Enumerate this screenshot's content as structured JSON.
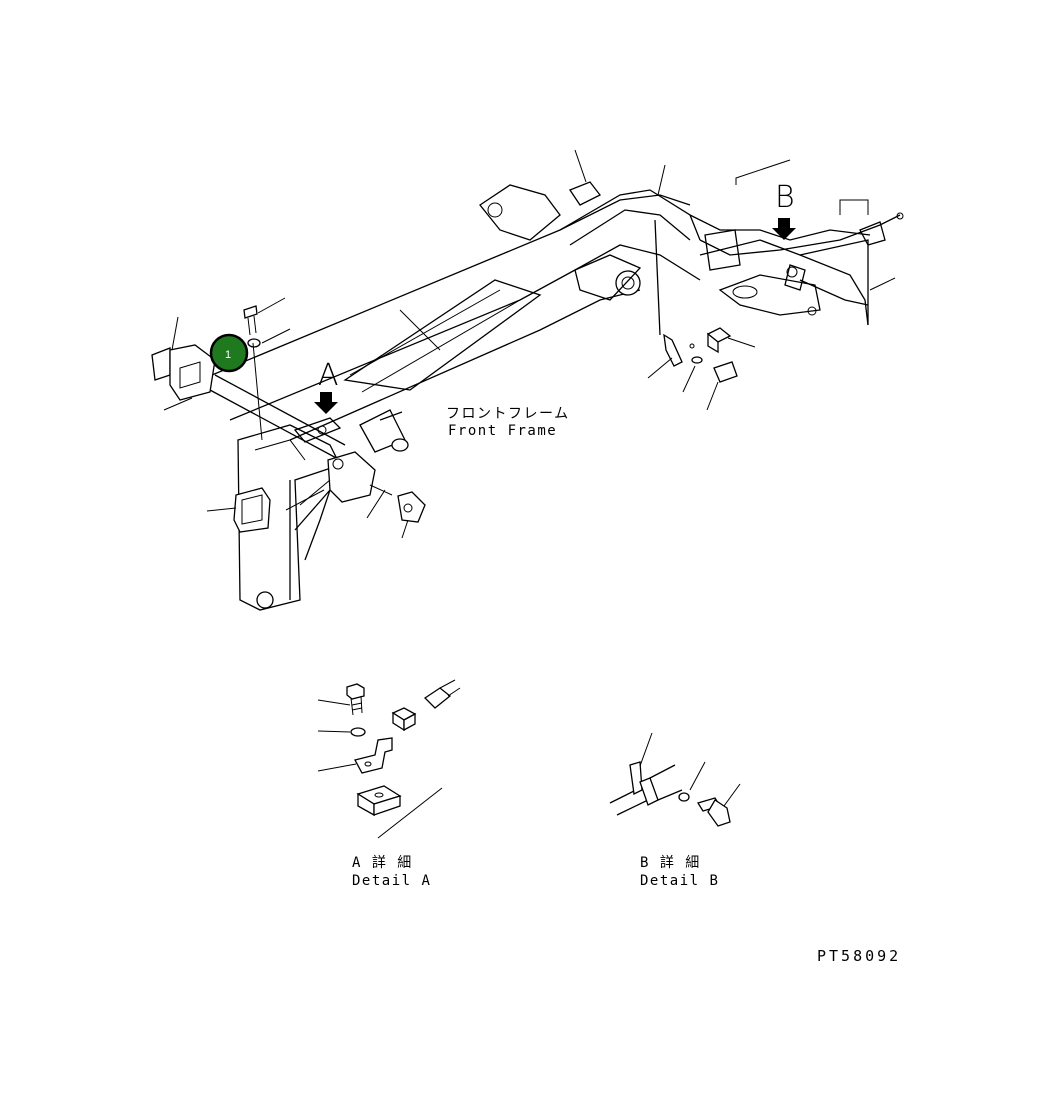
{
  "labels": {
    "front_frame_jp": "フロントフレーム",
    "front_frame_en": "Front Frame",
    "detail_a_marker": "A",
    "detail_b_marker": "B",
    "detail_a_jp": "A 詳 細",
    "detail_a_en": "Detail A",
    "detail_b_jp": "B 詳 細",
    "detail_b_en": "Detail B",
    "drawing_number": "PT58092"
  },
  "callout": {
    "number": "1",
    "color": "#1f7a1f"
  }
}
